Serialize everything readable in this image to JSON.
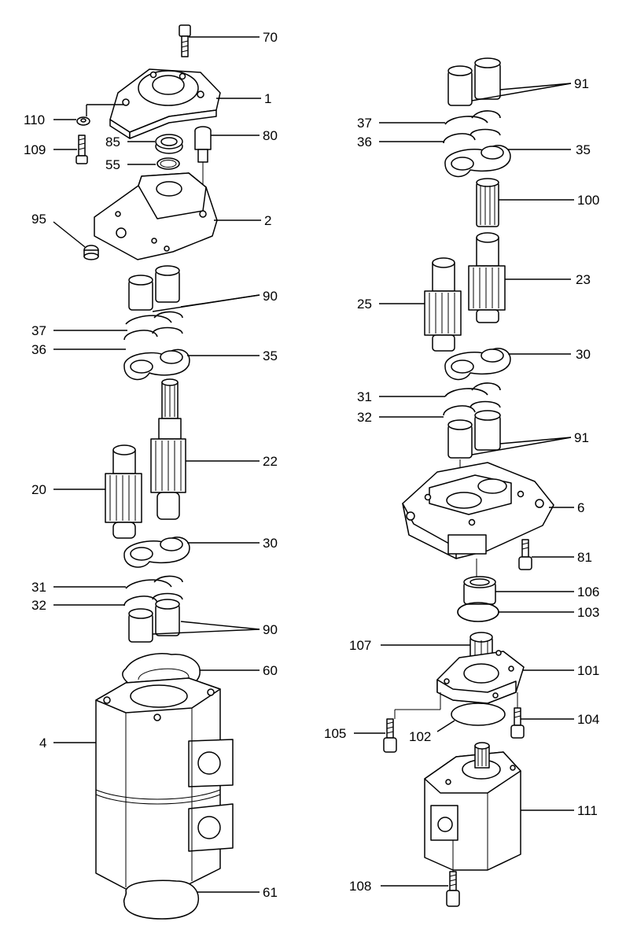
{
  "diagram": {
    "labels": {
      "l70": "70",
      "l1": "1",
      "l110": "110",
      "l85": "85",
      "l80": "80",
      "l109": "109",
      "l55": "55",
      "l95": "95",
      "l2": "2",
      "l90a": "90",
      "l37a": "37",
      "l36a": "36",
      "l35a": "35",
      "l22": "22",
      "l20": "20",
      "l30a": "30",
      "l31a": "31",
      "l32a": "32",
      "l90b": "90",
      "l60": "60",
      "l4": "4",
      "l61": "61",
      "l91a": "91",
      "l37b": "37",
      "l36b": "36",
      "l35b": "35",
      "l100": "100",
      "l23": "23",
      "l25": "25",
      "l30b": "30",
      "l31b": "31",
      "l32b": "32",
      "l91b": "91",
      "l6": "6",
      "l81": "81",
      "l106": "106",
      "l103": "103",
      "l107": "107",
      "l101": "101",
      "l105": "105",
      "l102": "102",
      "l104": "104",
      "l111": "111",
      "l108": "108"
    }
  }
}
